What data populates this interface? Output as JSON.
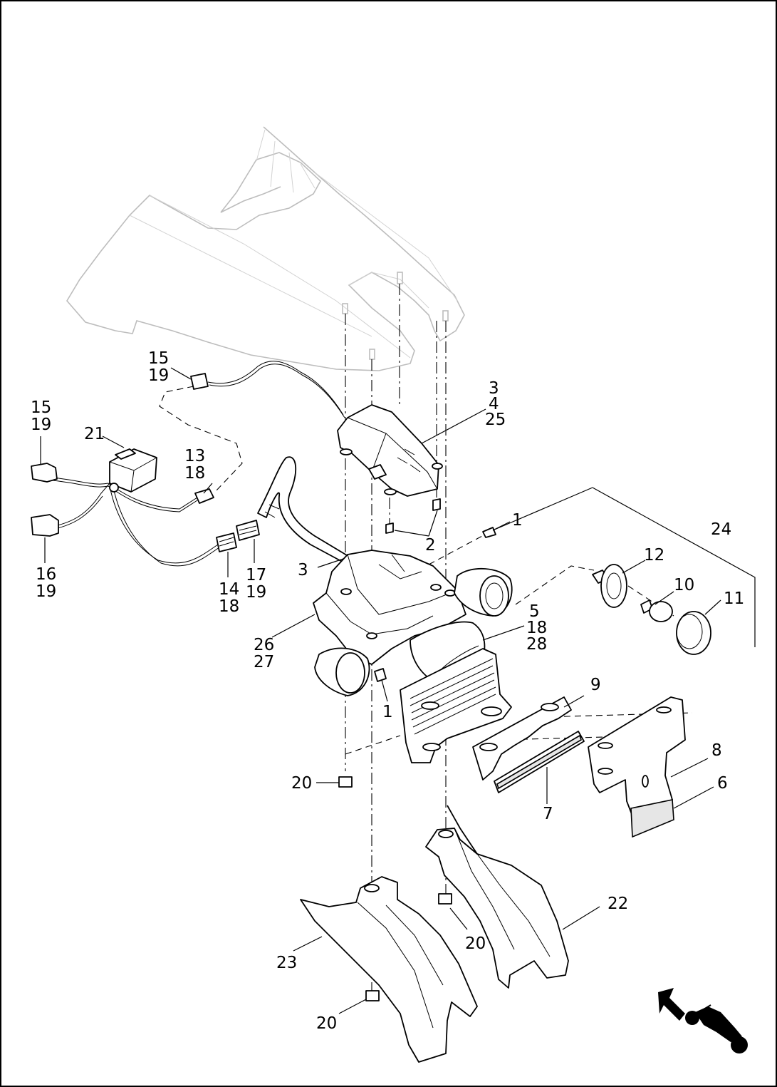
{
  "diagram": {
    "callouts": [
      {
        "id": "c-15-19-top",
        "lines": [
          "15",
          "19"
        ]
      },
      {
        "id": "c-15-19-left",
        "lines": [
          "15",
          "19"
        ]
      },
      {
        "id": "c-21",
        "lines": [
          "21"
        ]
      },
      {
        "id": "c-13-18",
        "lines": [
          "13",
          "18"
        ]
      },
      {
        "id": "c-16-19",
        "lines": [
          "16",
          "19"
        ]
      },
      {
        "id": "c-14-18",
        "lines": [
          "14",
          "18"
        ]
      },
      {
        "id": "c-17-19",
        "lines": [
          "17",
          "19"
        ]
      },
      {
        "id": "c-3-4-25",
        "lines": [
          "3",
          "4",
          "25"
        ]
      },
      {
        "id": "c-1-top",
        "lines": [
          "1"
        ]
      },
      {
        "id": "c-2",
        "lines": [
          "2"
        ]
      },
      {
        "id": "c-24",
        "lines": [
          "24"
        ]
      },
      {
        "id": "c-3",
        "lines": [
          "3"
        ]
      },
      {
        "id": "c-12",
        "lines": [
          "12"
        ]
      },
      {
        "id": "c-10",
        "lines": [
          "10"
        ]
      },
      {
        "id": "c-11",
        "lines": [
          "11"
        ]
      },
      {
        "id": "c-5-18-28",
        "lines": [
          "5",
          "18",
          "28"
        ]
      },
      {
        "id": "c-26-27",
        "lines": [
          "26",
          "27"
        ]
      },
      {
        "id": "c-1-bottom",
        "lines": [
          "1"
        ]
      },
      {
        "id": "c-9",
        "lines": [
          "9"
        ]
      },
      {
        "id": "c-8",
        "lines": [
          "8"
        ]
      },
      {
        "id": "c-6",
        "lines": [
          "6"
        ]
      },
      {
        "id": "c-7",
        "lines": [
          "7"
        ]
      },
      {
        "id": "c-20-upper",
        "lines": [
          "20"
        ]
      },
      {
        "id": "c-22",
        "lines": [
          "22"
        ]
      },
      {
        "id": "c-20-right",
        "lines": [
          "20"
        ]
      },
      {
        "id": "c-23",
        "lines": [
          "23"
        ]
      },
      {
        "id": "c-20-lower",
        "lines": [
          "20"
        ]
      }
    ],
    "colors": {
      "line": "#000000",
      "ghost": "#bdbdbd",
      "background": "#ffffff"
    },
    "icons": [
      "front-direction-arrow-icon",
      "motorcycle-icon"
    ]
  }
}
